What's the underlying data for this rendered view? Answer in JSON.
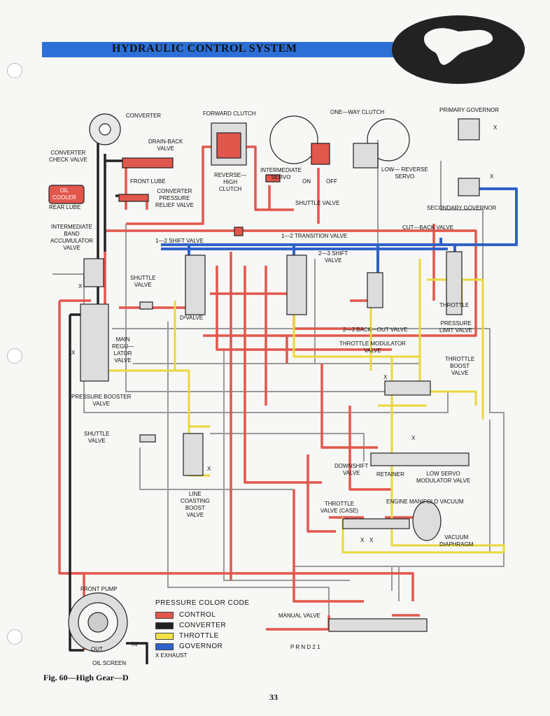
{
  "header": {
    "title": "HYDRAULIC CONTROL SYSTEM"
  },
  "colors": {
    "control": "#e2574c",
    "converter": "#222222",
    "throttle": "#f2e24a",
    "governor": "#2f62c9",
    "banner": "#2c6fd6"
  },
  "labels": {
    "converter": "CONVERTER",
    "forward_clutch": "FORWARD CLUTCH",
    "one_way_clutch": "ONE—WAY CLUTCH",
    "primary_governor": "PRIMARY GOVERNOR",
    "drain_back_valve": "DRAIN-BACK\nVALVE",
    "converter_check_valve": "CONVERTER\nCHECK VALVE",
    "front_lube": "FRONT LUBE",
    "oil_cooler": "OIL\nCOOLER",
    "rear_lube": "REAR LUBE",
    "converter_pressure_relief_valve": "CONVERTER\nPRESSURE\nRELIEF VALVE",
    "reverse_high_clutch": "REVERSE—\nHIGH\nCLUTCH",
    "intermediate_servo": "INTERMEDIATE\nSERVO",
    "on": "ON",
    "off": "OFF",
    "low_reverse_servo": "LOW—  REVERSE\nSERVO",
    "shuttle_valve_top": "SHUTTLE VALVE",
    "secondary_governor": "SECONDARY GOVERNOR",
    "intermediate_band_accumulator_valve": "INTERMEDIATE\nBAND\nACCUMULATOR\nVALVE",
    "cut_back_valve": "CUT—BACK VALVE",
    "transition_valve": "1—2 TRANSITION VALVE",
    "shift_valve_12": "1—2 SHIFT VALVE",
    "shift_valve_23": "2—3 SHIFT\nVALVE",
    "shuttle_valve_mid": "SHUTTLE\nVALVE",
    "d2_valve": "D²VALVE",
    "throttle": "THROTTLE",
    "pressure_limit_valve": "PRESSURE\nLIMIT VALVE",
    "back_out_valve": "2—3 BACK—OUT VALVE",
    "throttle_modulator_valve": "THROTTLE MODULATOR\nVALVE",
    "main_regulator_valve": "MAIN\nREGU—\nLATOR\nVALVE",
    "throttle_boost_valve": "THROTTLE\nBOOST\nVALVE",
    "pressure_booster_valve": "PRESSURE BOOSTER\nVALVE",
    "shuttle_valve_low": "SHUTTLE\nVALVE",
    "downshift_valve": "DOWNSHIFT\nVALVE",
    "retainer": "RETAINER",
    "low_servo_modulator_valve": "LOW SERVO\nMODULATOR VALVE",
    "line_coasting_boost_valve": "LINE\nCOASTING\nBOOST\nVALVE",
    "throttle_valve_case": "THROTTLE\nVALVE (CASE)",
    "engine_manifold_vacuum": "ENGINE MANIFOLD VACUUM",
    "vacuum_diaphragm": "VACUUM\nDIAPHRAGM",
    "front_pump": "FRONT PUMP",
    "in": "IN",
    "out": "OUT",
    "oil_screen": "OIL SCREEN",
    "manual_valve": "MANUAL VALVE",
    "prnd21": "P R N D 2 1",
    "x": "X"
  },
  "legend": {
    "title": "PRESSURE COLOR CODE",
    "items": [
      {
        "label": "CONTROL",
        "color": "#e2574c"
      },
      {
        "label": "CONVERTER",
        "color": "#222222"
      },
      {
        "label": "THROTTLE",
        "color": "#f2e24a"
      },
      {
        "label": "GOVERNOR",
        "color": "#2f62c9"
      }
    ],
    "exhaust_note": "X  EXHAUST"
  },
  "caption": "Fig. 60—High Gear—D",
  "page_number": "33"
}
